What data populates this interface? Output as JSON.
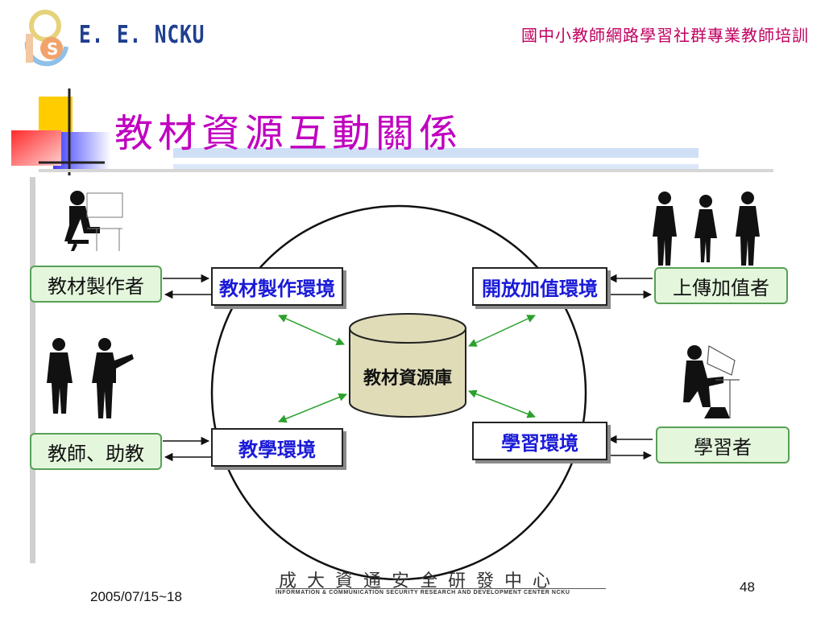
{
  "header": {
    "logo_text": "E. E. NCKU",
    "title": "國中小教師網路學習社群專業教師培訓"
  },
  "slide": {
    "title": "教材資源互動關係"
  },
  "diagram": {
    "center": "教材資源庫",
    "environments": {
      "authoring": "教材製作環境",
      "open_value_add": "開放加值環境",
      "teaching": "教學環境",
      "learning": "學習環境"
    },
    "roles": {
      "author": "教材製作者",
      "uploader": "上傳加值者",
      "teacher": "教師、助教",
      "learner": "學習者"
    }
  },
  "footer": {
    "date": "2005/07/15~18",
    "page_number": "48",
    "org_name": "成大資通安全研發中心",
    "org_name_en": "INFORMATION & COMMUNICATION SECURITY RESEARCH AND DEVELOPMENT CENTER NCKU"
  },
  "colors": {
    "title": "#c000c0",
    "header_title": "#c00060",
    "env_text": "#1a1ad8",
    "role_fill": "#e4f6dc",
    "role_border": "#58a058",
    "connector": "#2ca02c",
    "database_fill": "#e0dcb8"
  }
}
